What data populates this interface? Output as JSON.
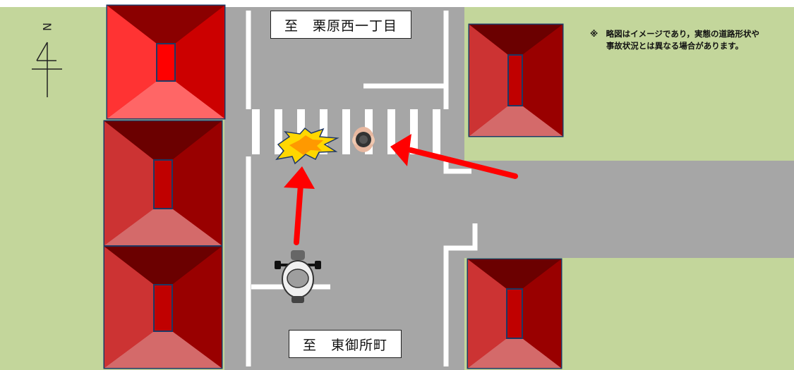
{
  "destinations": {
    "north": "至　栗原西一丁目",
    "south": "至　東御所町"
  },
  "note": {
    "line1": "※　略図はイメージであり，実態の道路形状や",
    "line2": "事故状況とは異なる場合があります。"
  },
  "compass": {
    "label": "N"
  },
  "colors": {
    "grass": "#c3d69b",
    "road": "#a6a6a6",
    "marking": "#ffffff",
    "arrow": "#ff0000",
    "roof_dark": "#8b0000",
    "roof_mid": "#c00000",
    "roof_light": "#e06666"
  }
}
